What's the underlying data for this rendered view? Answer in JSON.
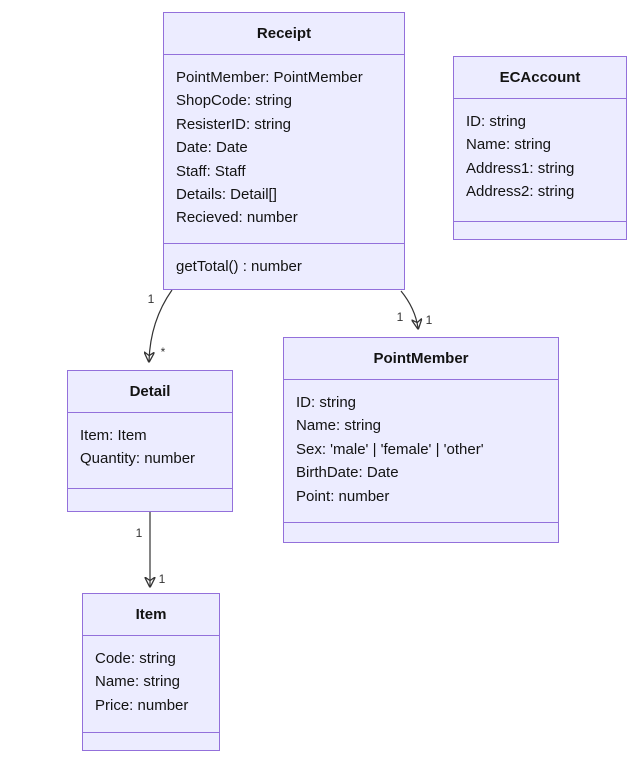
{
  "diagram": {
    "type": "uml-class-diagram",
    "colors": {
      "box_fill": "#ECECFF",
      "box_border": "#9370DB",
      "edge_line": "#333333",
      "text": "#131313",
      "background": "#ffffff"
    },
    "classes": {
      "receipt": {
        "name": "Receipt",
        "attributes": [
          "PointMember: PointMember",
          "ShopCode: string",
          "ResisterID: string",
          "Date: Date",
          "Staff: Staff",
          "Details: Detail[]",
          "Recieved: number"
        ],
        "methods": [
          "getTotal() : number"
        ]
      },
      "ecaccount": {
        "name": "ECAccount",
        "attributes": [
          "ID: string",
          "Name: string",
          "Address1: string",
          "Address2: string"
        ],
        "methods": []
      },
      "detail": {
        "name": "Detail",
        "attributes": [
          "Item: Item",
          "Quantity: number"
        ],
        "methods": []
      },
      "pointmember": {
        "name": "PointMember",
        "attributes": [
          "ID: string",
          "Name: string",
          "Sex: 'male' | 'female' | 'other'",
          "BirthDate: Date",
          "Point: number"
        ],
        "methods": []
      },
      "item": {
        "name": "Item",
        "attributes": [
          "Code: string",
          "Name: string",
          "Price: number"
        ],
        "methods": []
      }
    },
    "edges": [
      {
        "from": "Receipt",
        "to": "Detail",
        "source_label": "1",
        "target_label": "*"
      },
      {
        "from": "Receipt",
        "to": "PointMember",
        "source_label": "1",
        "target_label": "1"
      },
      {
        "from": "Detail",
        "to": "Item",
        "source_label": "1",
        "target_label": "1"
      }
    ]
  }
}
